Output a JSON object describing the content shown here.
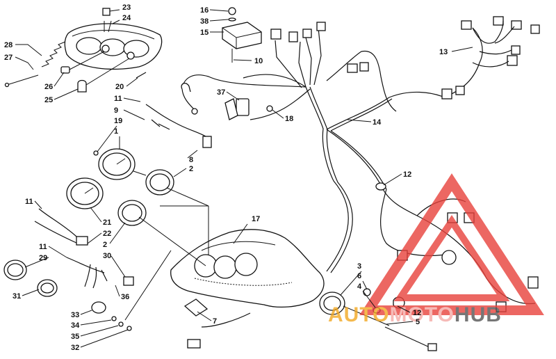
{
  "callouts": [
    "1",
    "2",
    "3",
    "4",
    "5",
    "6",
    "7",
    "8",
    "9",
    "10",
    "11",
    "12",
    "13",
    "14",
    "15",
    "16",
    "17",
    "18",
    "19",
    "20",
    "21",
    "22",
    "23",
    "24",
    "25",
    "26",
    "27",
    "28",
    "29",
    "30",
    "31",
    "32",
    "33",
    "34",
    "35",
    "36",
    "37",
    "38"
  ],
  "watermark": {
    "part1": "AUTO",
    "part2": "MOTO",
    "part3": "HUB",
    "color_auto": "#f2a823",
    "color_moto": "#f4a9a6",
    "color_hub": "#555555",
    "triangle_color": "#e8423c"
  }
}
